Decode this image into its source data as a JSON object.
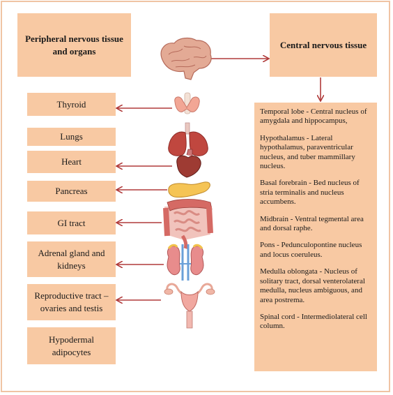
{
  "headers": {
    "peripheral": "Peripheral nervous tissue and organs",
    "central": "Central nervous tissue"
  },
  "organs": [
    {
      "label": "Thyroid",
      "icon": "thyroid-icon"
    },
    {
      "label": "Lungs",
      "icon": "lungs-icon"
    },
    {
      "label": "Heart",
      "icon": "heart-icon"
    },
    {
      "label": "Pancreas",
      "icon": "pancreas-icon"
    },
    {
      "label": "GI tract",
      "icon": "gi-tract-icon"
    },
    {
      "label": "Adrenal gland and kidneys",
      "icon": "kidneys-icon"
    },
    {
      "label": "Reproductive tract – ovaries and testis",
      "icon": "reproductive-icon"
    },
    {
      "label": "Hypodermal adipocytes",
      "icon": null
    }
  ],
  "brain_icon": "brain-icon",
  "central_regions": [
    "Temporal lobe - Central nucleus of amygdala and hippocampus,",
    "Hypothalamus - Lateral hypothalamus, paraventricular nucleus, and tuber mammillary nucleus.",
    "Basal forebrain - Bed nucleus of stria terminalis and nucleus accumbens.",
    "Midbrain - Ventral tegmental area and dorsal raphe.",
    "Pons - Pedunculopontine nucleus and locus coeruleus.",
    "Medulla oblongata - Nucleus of solitary tract, dorsal venterolateral medulla, nucleus ambiguous, and area postrema.",
    "Spinal cord - Intermediolateral cell column."
  ],
  "colors": {
    "box_fill": "#f8c9a3",
    "arrow": "#b03a3a",
    "frame": "#f0c4a4"
  }
}
